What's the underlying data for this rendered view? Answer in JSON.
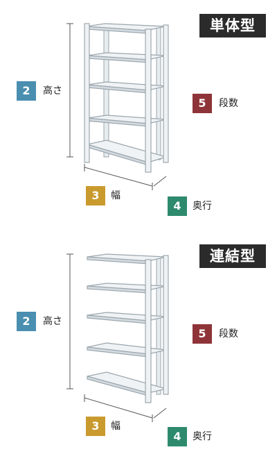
{
  "colors": {
    "height": "#4a8fb0",
    "width": "#c99a2e",
    "depth": "#2e8a6d",
    "levels": "#8e3438",
    "title_bg": "#2b2b2b",
    "frame": "#9aa6ad"
  },
  "single": {
    "title": "単体型",
    "height": {
      "num": "2",
      "text": "高さ"
    },
    "width": {
      "num": "3",
      "text": "幅"
    },
    "depth": {
      "num": "4",
      "text": "奥行"
    },
    "levels": {
      "num": "5",
      "text": "段数"
    }
  },
  "linked": {
    "title": "連結型",
    "height": {
      "num": "2",
      "text": "高さ"
    },
    "width": {
      "num": "3",
      "text": "幅"
    },
    "depth": {
      "num": "4",
      "text": "奥行"
    },
    "levels": {
      "num": "5",
      "text": "段数"
    }
  }
}
